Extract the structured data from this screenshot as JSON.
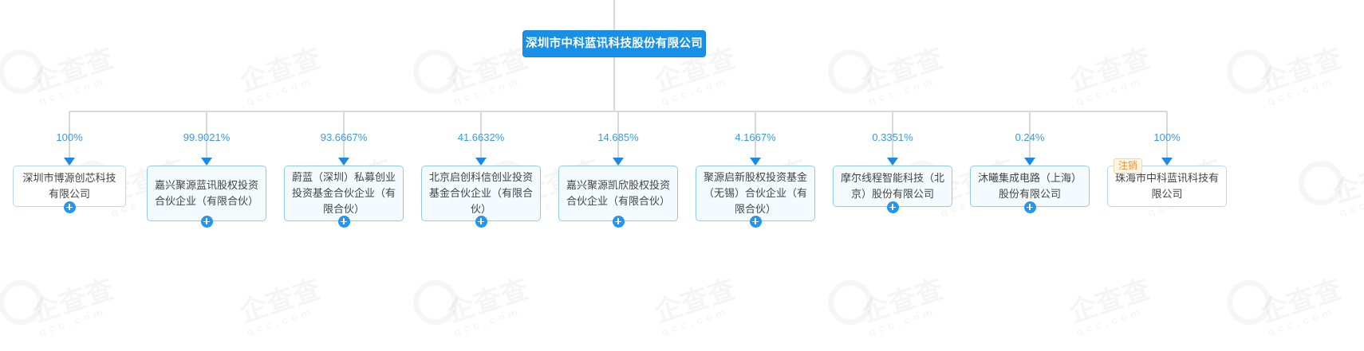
{
  "root": {
    "label": "深圳市中科蓝讯科技股份有限公司",
    "accent_color": "#1890e8"
  },
  "watermark": {
    "big": "企查查",
    "small": "qcc.com"
  },
  "icons": {
    "expand": "plus-circle-icon",
    "arrow": "arrow-down-icon"
  },
  "nodes": [
    {
      "label": "深圳市博源创芯科技有限公司",
      "percent": "100%",
      "expandable": true,
      "badge": null,
      "style": "plain"
    },
    {
      "label": "嘉兴聚源蓝讯股权投资合伙企业（有限合伙）",
      "percent": "99.9021%",
      "expandable": true,
      "badge": null,
      "style": "fill"
    },
    {
      "label": "蔚蓝（深圳）私募创业投资基金合伙企业（有限合伙）",
      "percent": "93.6667%",
      "expandable": true,
      "badge": null,
      "style": "fill"
    },
    {
      "label": "北京启创科信创业投资基金合伙企业（有限合伙）",
      "percent": "41.6632%",
      "expandable": true,
      "badge": null,
      "style": "fill"
    },
    {
      "label": "嘉兴聚源凯欣股权投资合伙企业（有限合伙）",
      "percent": "14.685%",
      "expandable": true,
      "badge": null,
      "style": "fill"
    },
    {
      "label": "聚源启新股权投资基金（无锡）合伙企业（有限合伙）",
      "percent": "4.1667%",
      "expandable": true,
      "badge": null,
      "style": "fill"
    },
    {
      "label": "摩尔线程智能科技（北京）股份有限公司",
      "percent": "0.3351%",
      "expandable": true,
      "badge": null,
      "style": "fill"
    },
    {
      "label": "沐曦集成电路（上海）股份有限公司",
      "percent": "0.24%",
      "expandable": true,
      "badge": null,
      "style": "fill"
    },
    {
      "label": "珠海市中科蓝讯科技有限公司",
      "percent": "100%",
      "expandable": false,
      "badge": "注销",
      "style": "plain"
    }
  ]
}
